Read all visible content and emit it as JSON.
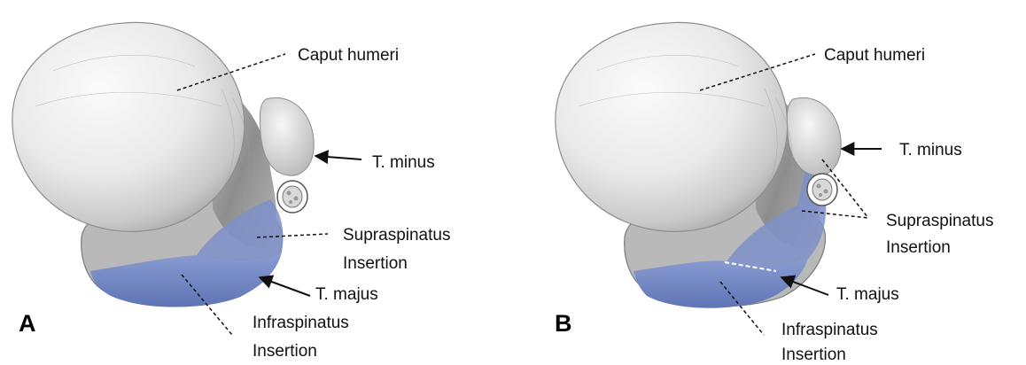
{
  "panels": [
    {
      "letter": "A",
      "labels": {
        "caput": "Caput humeri",
        "t_minus": "T. minus",
        "supraspinatus_1": "Supraspinatus",
        "supraspinatus_2": "Insertion",
        "t_majus": "T. majus",
        "infraspinatus_1": "Infraspinatus",
        "infraspinatus_2": "Insertion"
      }
    },
    {
      "letter": "B",
      "labels": {
        "caput": "Caput humeri",
        "t_minus": "T. minus",
        "supraspinatus_1": "Supraspinatus",
        "supraspinatus_2": "Insertion",
        "t_majus": "T. majus",
        "infraspinatus_1": "Infraspinatus",
        "infraspinatus_2": "Insertion"
      }
    }
  ],
  "colors": {
    "bone_light": "#f4f4f4",
    "bone_shadow": "#9a9a9a",
    "insertion_blue": "#7c8fc8",
    "insertion_blue_dark": "#5f74b5",
    "line": "#111111"
  }
}
